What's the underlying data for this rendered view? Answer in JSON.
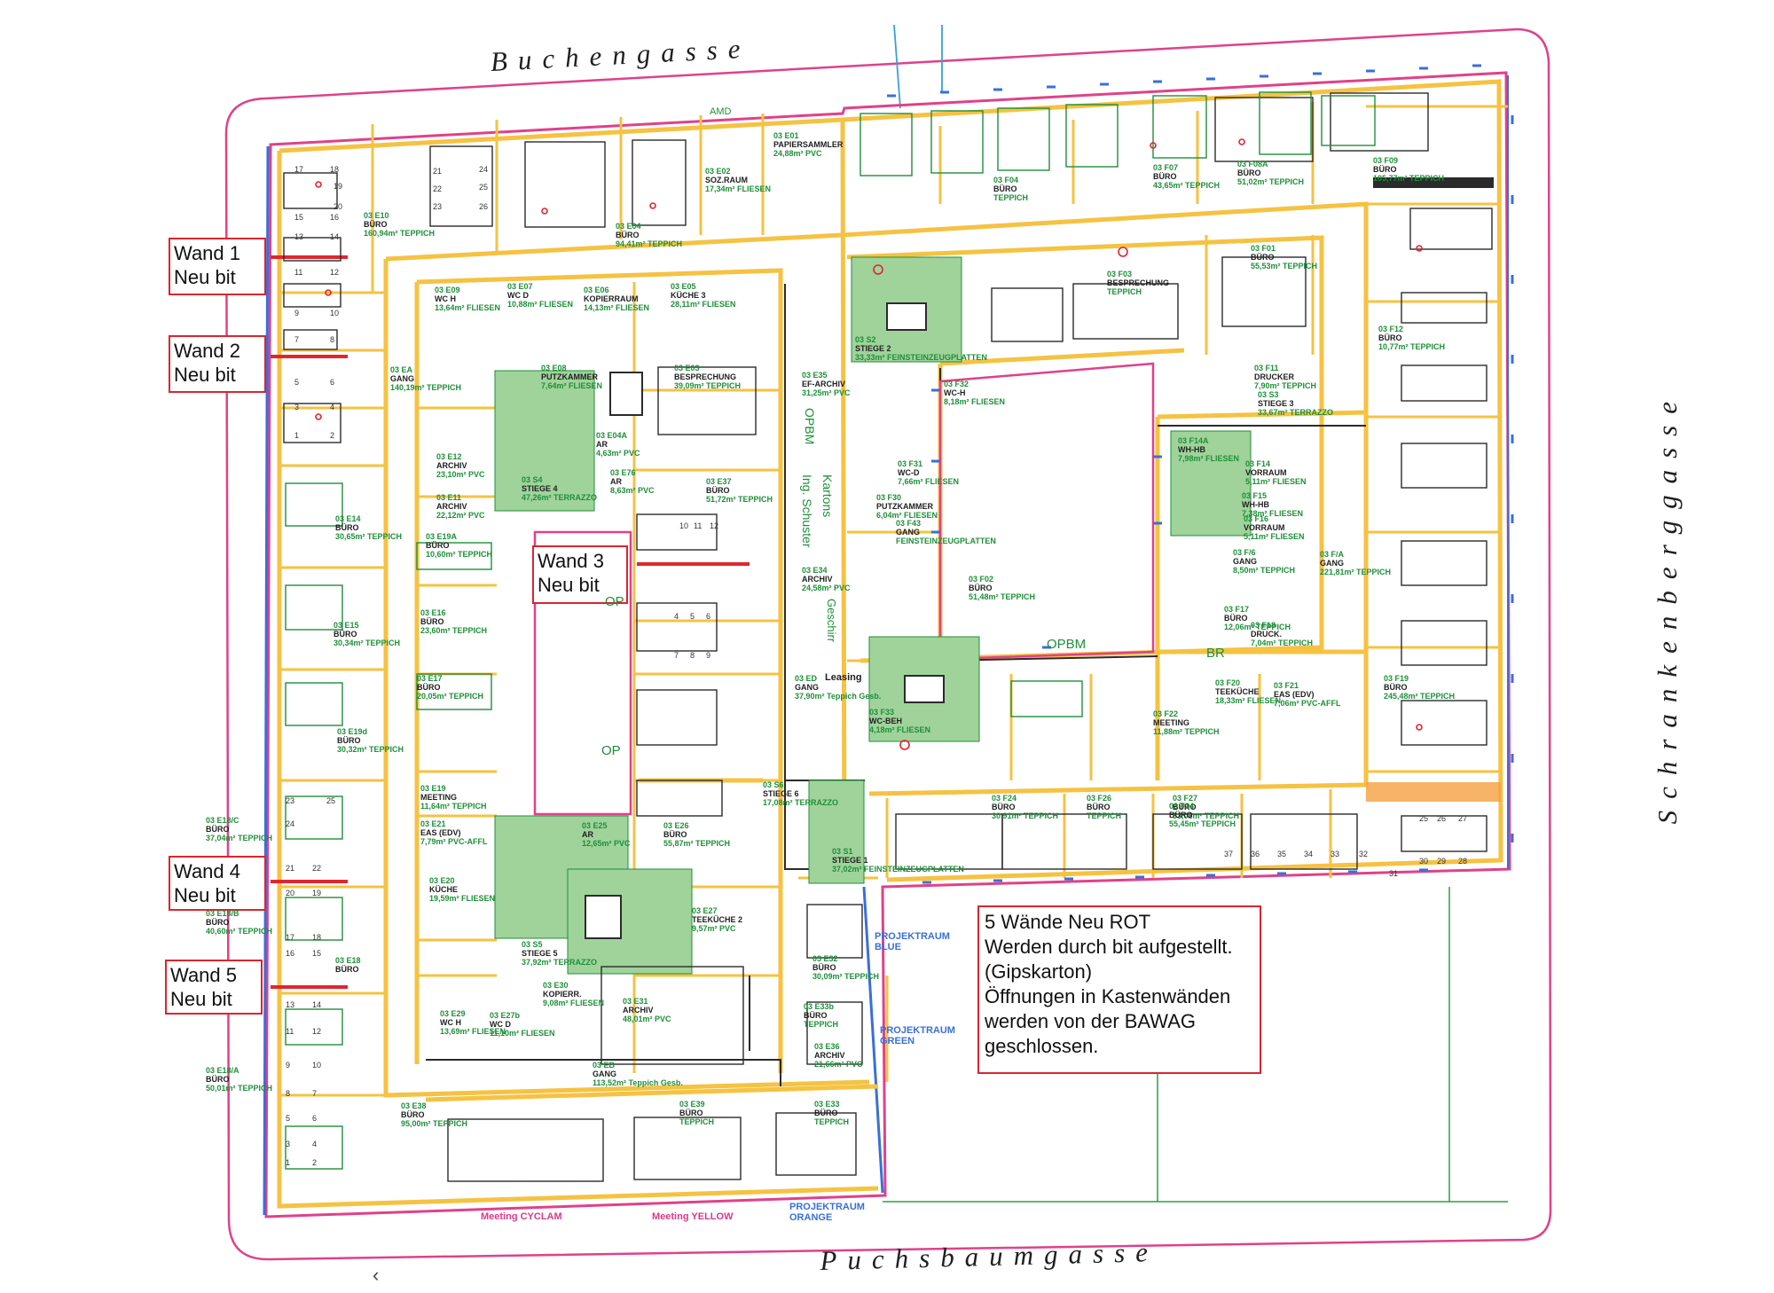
{
  "streets": {
    "top": "Buchengasse",
    "bottom": "Puchsbaumgasse",
    "right": "Schrankenberggasse"
  },
  "walls": [
    {
      "line1": "Wand 1",
      "line2": "Neu bit"
    },
    {
      "line1": "Wand 2",
      "line2": "Neu bit"
    },
    {
      "line1": "Wand 3",
      "line2": "Neu bit"
    },
    {
      "line1": "Wand 4",
      "line2": "Neu bit"
    },
    {
      "line1": "Wand 5",
      "line2": "Neu bit"
    }
  ],
  "note": {
    "lines": [
      "5 Wände Neu ROT",
      "Werden durch bit aufgestellt.",
      "(Gipskarton)",
      "Öffnungen in Kastenwänden",
      "werden von der BAWAG",
      "geschlossen."
    ]
  },
  "plan_labels": {
    "amd": "AMD",
    "opbm": "OPBM",
    "op1": "OP",
    "op2": "OP",
    "br": "BR",
    "ing_schuster": "Ing. Schuster",
    "kartons": "Kartons",
    "opbm_vertical": "OPBM",
    "geschirr": "Geschirr",
    "leasing": "Leasing",
    "projektraum_blue": "PROJEKTRAUM BLUE",
    "projektraum_green": "PROJEKTRAUM GREEN",
    "projektraum_orange": "PROJEKTRAUM ORANGE",
    "meeting_cyclam": "Meeting CYCLAM",
    "meeting_yellow": "Meeting YELLOW"
  },
  "rooms": [
    {
      "code": "03 E10",
      "name": "BÜRO",
      "info": "160,94m² TEPPICH"
    },
    {
      "code": "03 E01",
      "name": "PAPIERSAMMLER",
      "info": "24,88m² PVC"
    },
    {
      "code": "03 E02",
      "name": "SOZ.RAUM",
      "info": "17,34m² FLIESEN"
    },
    {
      "code": "03 E04",
      "name": "BÜRO",
      "info": "94,41m² TEPPICH"
    },
    {
      "code": "03 E09",
      "name": "WC H",
      "info": "13,64m² FLIESEN"
    },
    {
      "code": "03 E07",
      "name": "WC D",
      "info": "10,88m² FLIESEN"
    },
    {
      "code": "03 E06",
      "name": "KOPIERRAUM",
      "info": "14,13m² FLIESEN"
    },
    {
      "code": "03 E05",
      "name": "KÜCHE 3",
      "info": "28,11m² FLIESEN"
    },
    {
      "code": "03 E08",
      "name": "PUTZKAMMER",
      "info": "7,64m² FLIESEN"
    },
    {
      "code": "03 E03",
      "name": "BESPRECHUNG",
      "info": "39,09m² TEPPICH"
    },
    {
      "code": "03 EA",
      "name": "GANG",
      "info": "140,19m² TEPPICH"
    },
    {
      "code": "03 E12",
      "name": "ARCHIV",
      "info": "23,10m² PVC"
    },
    {
      "code": "03 E11",
      "name": "ARCHIV",
      "info": "22,12m² PVC"
    },
    {
      "code": "03 S4",
      "name": "STIEGE 4",
      "info": "47,26m² TERRAZZO"
    },
    {
      "code": "03 E04A",
      "name": "AR",
      "info": "4,63m² PVC"
    },
    {
      "code": "03 E76",
      "name": "AR",
      "info": "8,63m² PVC"
    },
    {
      "code": "03 E37",
      "name": "BÜRO",
      "info": "51,72m² TEPPICH"
    },
    {
      "code": "03 E14",
      "name": "BÜRO",
      "info": "30,65m² TEPPICH"
    },
    {
      "code": "03 E19A",
      "name": "BÜRO",
      "info": "10,60m² TEPPICH"
    },
    {
      "code": "03 E15",
      "name": "BÜRO",
      "info": "30,34m² TEPPICH"
    },
    {
      "code": "03 E16",
      "name": "BÜRO",
      "info": "23,60m² TEPPICH"
    },
    {
      "code": "03 E17",
      "name": "BÜRO",
      "info": "20,05m² TEPPICH"
    },
    {
      "code": "03 E19d",
      "name": "BÜRO",
      "info": "30,32m² TEPPICH"
    },
    {
      "code": "03 E18/C",
      "name": "BÜRO",
      "info": "37,04m² TEPPICH"
    },
    {
      "code": "03 E19",
      "name": "MEETING",
      "info": "11,64m² TEPPICH"
    },
    {
      "code": "03 E21",
      "name": "EAS (EDV)",
      "info": "7,79m² PVC-AFFL"
    },
    {
      "code": "03 E20",
      "name": "KÜCHE",
      "info": "19,59m² FLIESEN"
    },
    {
      "code": "03 E25",
      "name": "AR",
      "info": "12,65m² PVC"
    },
    {
      "code": "03 E26",
      "name": "BÜRO",
      "info": "55,87m² TEPPICH"
    },
    {
      "code": "03 E18/B",
      "name": "BÜRO",
      "info": "40,60m² TEPPICH"
    },
    {
      "code": "03 E18",
      "name": "BÜRO",
      "info": ""
    },
    {
      "code": "03 S5",
      "name": "STIEGE 5",
      "info": "37,92m² TERRAZZO"
    },
    {
      "code": "03 E27",
      "name": "TEEKÜCHE 2",
      "info": "9,57m² PVC"
    },
    {
      "code": "03 E29",
      "name": "WC H",
      "info": "13,69m² FLIESEN"
    },
    {
      "code": "03 E27b",
      "name": "WC D",
      "info": "11,10m² FLIESEN"
    },
    {
      "code": "03 E30",
      "name": "KOPIERR.",
      "info": "9,08m² FLIESEN"
    },
    {
      "code": "03 E31",
      "name": "ARCHIV",
      "info": "48,01m² PVC"
    },
    {
      "code": "03 EB",
      "name": "GANG",
      "info": "113,52m² Teppich Gesb."
    },
    {
      "code": "03 E18/A",
      "name": "BÜRO",
      "info": "50,01m² TEPPICH"
    },
    {
      "code": "03 E38",
      "name": "BÜRO",
      "info": "95,00m² TEPPICH"
    },
    {
      "code": "03 E39",
      "name": "BÜRO",
      "info": "TEPPICH"
    },
    {
      "code": "03 E33",
      "name": "BÜRO",
      "info": "TEPPICH"
    },
    {
      "code": "03 E32",
      "name": "BÜRO",
      "info": "30,09m² TEPPICH"
    },
    {
      "code": "03 E33b",
      "name": "BÜRO",
      "info": "TEPPICH"
    },
    {
      "code": "03 E36",
      "name": "ARCHIV",
      "info": "21,66m² PVC"
    },
    {
      "code": "03 E35",
      "name": "EF-ARCHIV",
      "info": "31,25m² PVC"
    },
    {
      "code": "03 E34",
      "name": "ARCHIV",
      "info": "24,58m² PVC"
    },
    {
      "code": "03 ED",
      "name": "GANG",
      "info": "37,90m² Teppich Gesb."
    },
    {
      "code": "03 S6",
      "name": "STIEGE 6",
      "info": "17,08m² TERRAZZO"
    },
    {
      "code": "03 S1",
      "name": "STIEGE 1",
      "info": "37,02m² FEINSTEINZEUGPLATTEN"
    },
    {
      "code": "03 S2",
      "name": "STIEGE 2",
      "info": "33,33m² FEINSTEINZEUGPLATTEN"
    },
    {
      "code": "03 F33",
      "name": "WC-BEH",
      "info": "4,18m² FLIESEN"
    },
    {
      "code": "03 F32",
      "name": "WC-H",
      "info": "8,18m² FLIESEN"
    },
    {
      "code": "03 F31",
      "name": "WC-D",
      "info": "7,66m² FLIESEN"
    },
    {
      "code": "03 F43",
      "name": "GANG",
      "info": "FEINSTEINZEUGPLATTEN"
    },
    {
      "code": "03 F30",
      "name": "PUTZKAMMER",
      "info": "6,04m² FLIESEN"
    },
    {
      "code": "03 F02",
      "name": "BÜRO",
      "info": "51,48m² TEPPICH"
    },
    {
      "code": "03 F03",
      "name": "BESPRECHUNG",
      "info": "TEPPICH"
    },
    {
      "code": "03 F01",
      "name": "BÜRO",
      "info": "55,53m² TEPPICH"
    },
    {
      "code": "03 F04",
      "name": "BÜRO",
      "info": "TEPPICH"
    },
    {
      "code": "03 F07",
      "name": "BÜRO",
      "info": "43,65m² TEPPICH"
    },
    {
      "code": "03 F08A",
      "name": "BÜRO",
      "info": "51,02m² TEPPICH"
    },
    {
      "code": "03 F09",
      "name": "BÜRO",
      "info": "105,77m² TEPPICH"
    },
    {
      "code": "03 F12",
      "name": "BÜRO",
      "info": "10,77m² TEPPICH"
    },
    {
      "code": "03 F11",
      "name": "DRUCKER",
      "info": "7,90m² TEPPICH"
    },
    {
      "code": "03 S3",
      "name": "STIEGE 3",
      "info": "33,67m² TERRAZZO"
    },
    {
      "code": "03 F14A",
      "name": "WH-HB",
      "info": "7,98m² FLIESEN"
    },
    {
      "code": "03 F14",
      "name": "VORRAUM",
      "info": "5,11m² FLIESEN"
    },
    {
      "code": "03 F15",
      "name": "WH-HB",
      "info": "7,38m² FLIESEN"
    },
    {
      "code": "03 F16",
      "name": "VORRAUM",
      "info": "5,11m² FLIESEN"
    },
    {
      "code": "03 F/6",
      "name": "GANG",
      "info": "8,50m² TEPPICH"
    },
    {
      "code": "03 F/A",
      "name": "GANG",
      "info": "221,81m² TEPPICH"
    },
    {
      "code": "03 F17",
      "name": "BÜRO",
      "info": "12,06m² TEPPICH"
    },
    {
      "code": "03 F18",
      "name": "DRUCK.",
      "info": "7,04m² TEPPICH"
    },
    {
      "code": "03 F19",
      "name": "BÜRO",
      "info": "245,48m² TEPPICH"
    },
    {
      "code": "03 F20",
      "name": "TEEKÜCHE",
      "info": "18,33m² FLIESEN"
    },
    {
      "code": "03 F21",
      "name": "EAS (EDV)",
      "info": "7,06m² PVC-AFFL"
    },
    {
      "code": "03 F22",
      "name": "MEETING",
      "info": "11,88m² TEPPICH"
    },
    {
      "code": "03 F24",
      "name": "BÜRO",
      "info": "30,91m² TEPPICH"
    },
    {
      "code": "03 F26",
      "name": "BÜRO",
      "info": "TEPPICH"
    },
    {
      "code": "03 F27",
      "name": "BÜRO",
      "info": "33,06m² TEPPICH"
    },
    {
      "code": "03 F34",
      "name": "BÜRO",
      "info": "55,45m² TEPPICH"
    }
  ],
  "seat_numbers": [
    "17",
    "18",
    "19",
    "20",
    "21",
    "22",
    "23",
    "24",
    "25",
    "26",
    "15",
    "16",
    "13",
    "14",
    "11",
    "12",
    "9",
    "10",
    "7",
    "8",
    "5",
    "6",
    "3",
    "4",
    "1",
    "2",
    "25",
    "23",
    "24",
    "21",
    "22",
    "20",
    "19",
    "17",
    "18",
    "16",
    "15",
    "13",
    "14",
    "11",
    "12",
    "9",
    "10",
    "8",
    "7",
    "5",
    "6",
    "3",
    "4",
    "1",
    "2",
    "10",
    "11",
    "12",
    "4",
    "5",
    "6",
    "7",
    "8",
    "9",
    "27",
    "26",
    "25",
    "28",
    "29",
    "30",
    "31",
    "32",
    "33",
    "34",
    "35",
    "36",
    "37"
  ],
  "colors": {
    "yellow_wall": "#f5c242",
    "green_text": "#1f8f3a",
    "red_wall": "#e0262e",
    "pink_boundary": "#e0418a",
    "blue_boundary": "#3a6fd8",
    "stair_fill": "#9fd39a",
    "dark_line": "#2b2b2b",
    "grey_line": "#8a8a8a"
  }
}
